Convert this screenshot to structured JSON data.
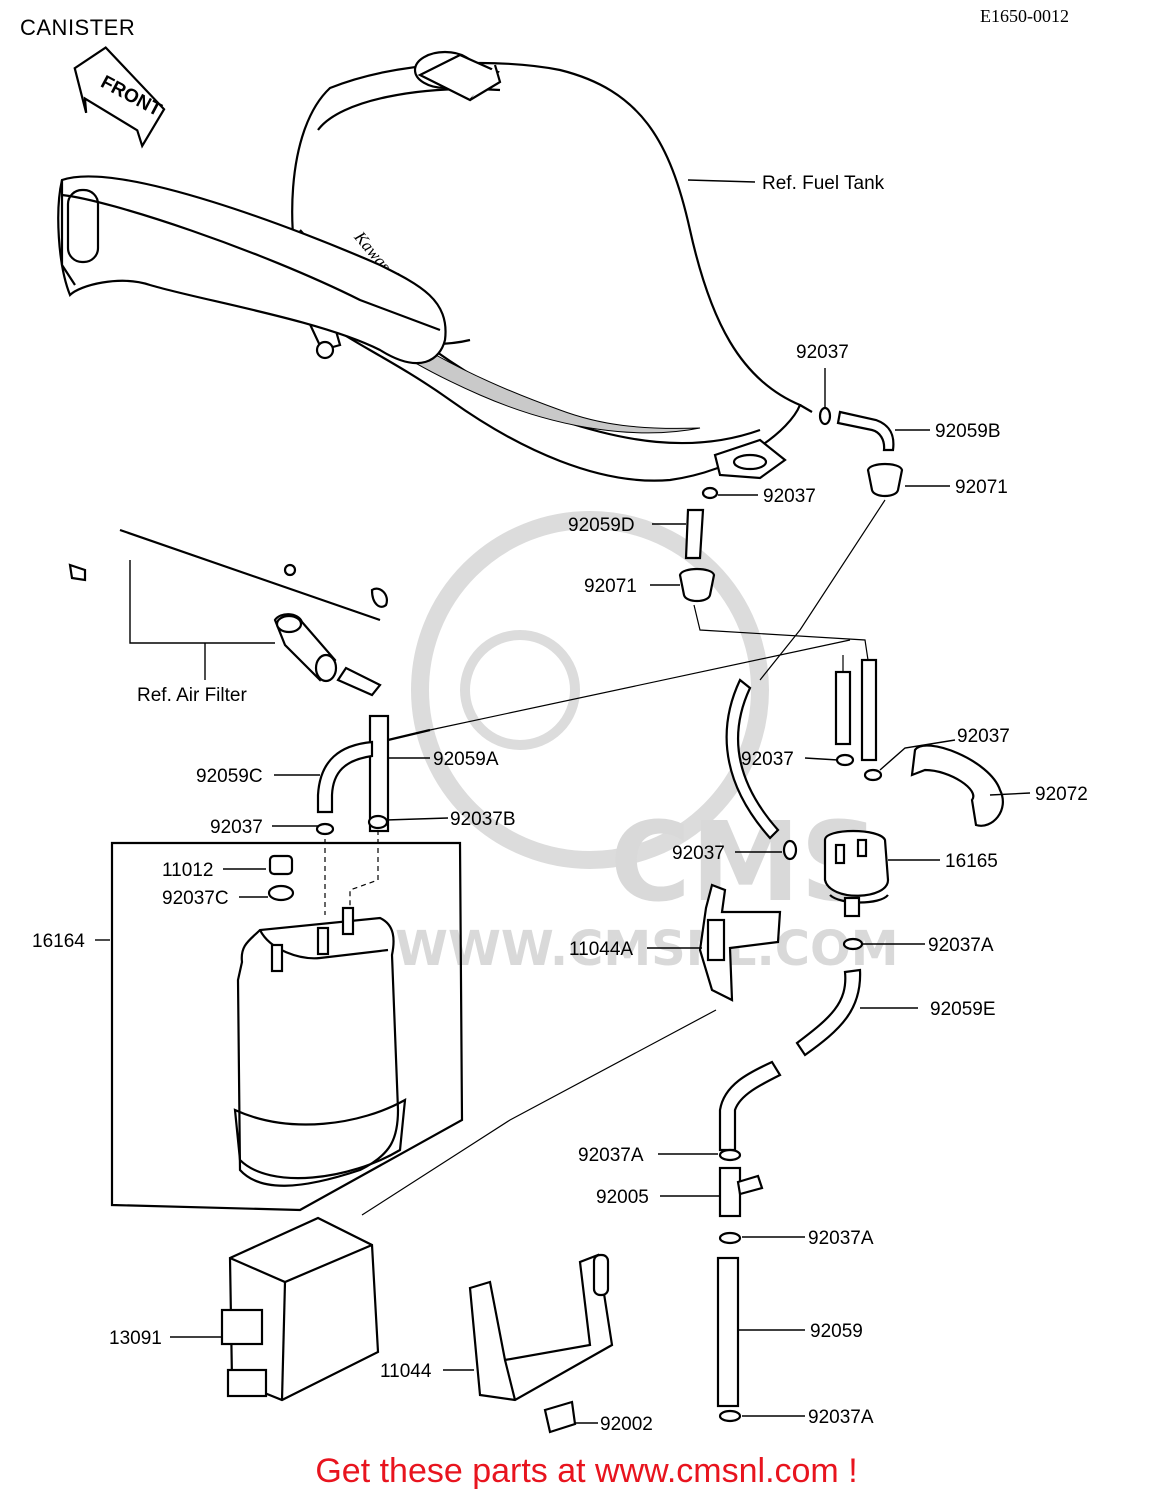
{
  "page": {
    "title": "CANISTER",
    "diagram_code": "E1650-0012",
    "footer": "Get these parts at www.cmsnl.com !",
    "footer_color": "#e8141e"
  },
  "direction_sign": {
    "text": "FRONT"
  },
  "tank_logo": {
    "text": "Kawasaki"
  },
  "watermark": {
    "brand": "CMS",
    "url": "WWW.CMSNL.COM",
    "color": "#d9d9d9"
  },
  "references": {
    "fuel_tank": "Ref. Fuel Tank",
    "air_filter": "Ref. Air Filter"
  },
  "parts": {
    "p92037_top": "92037",
    "p92059B": "92059B",
    "p92037_tank": "92037",
    "p92071_right": "92071",
    "p92059D": "92059D",
    "p92071_left": "92071",
    "p92037_filter_left": "92037",
    "p92037_filter_right": "92037",
    "p92072": "92072",
    "p92059C": "92059C",
    "p92059A": "92059A",
    "p92037_canister": "92037",
    "p92037B": "92037B",
    "p92037_hose": "92037",
    "p16165": "16165",
    "p11012": "11012",
    "p92037C": "92037C",
    "p16164": "16164",
    "p11044A": "11044A",
    "p92037A_1": "92037A",
    "p92059E": "92059E",
    "p92037A_2": "92037A",
    "p92005": "92005",
    "p92037A_3": "92037A",
    "p13091": "13091",
    "p92059": "92059",
    "p11044": "11044",
    "p92002": "92002",
    "p92037A_4": "92037A"
  }
}
